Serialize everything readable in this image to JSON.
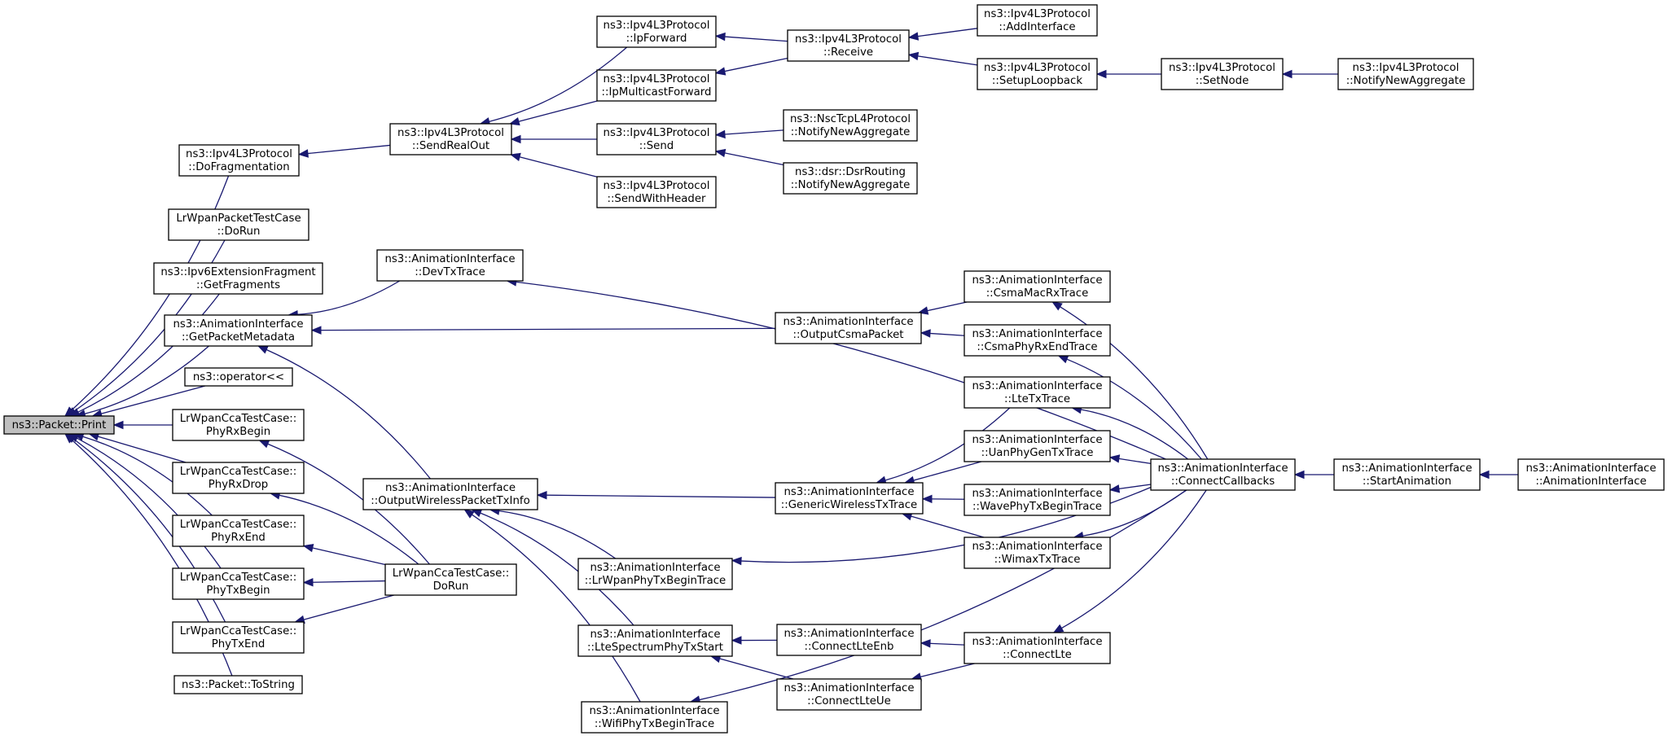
{
  "graph": {
    "nodes": [
      {
        "id": "root",
        "lines": [
          "ns3::Packet::Print"
        ],
        "root": true
      },
      {
        "id": "dofrag",
        "lines": [
          "ns3::Ipv4L3Protocol",
          "::DoFragmentation"
        ]
      },
      {
        "id": "lrpkt",
        "lines": [
          "LrWpanPacketTestCase",
          "::DoRun"
        ]
      },
      {
        "id": "ipv6frag",
        "lines": [
          "ns3::Ipv6ExtensionFragment",
          "::GetFragments"
        ]
      },
      {
        "id": "getmeta",
        "lines": [
          "ns3::AnimationInterface",
          "::GetPacketMetadata"
        ]
      },
      {
        "id": "oplt",
        "lines": [
          "ns3::operator<<"
        ]
      },
      {
        "id": "phyrxbegin",
        "lines": [
          "LrWpanCcaTestCase::",
          "PhyRxBegin"
        ]
      },
      {
        "id": "phyrxdrop",
        "lines": [
          "LrWpanCcaTestCase::",
          "PhyRxDrop"
        ]
      },
      {
        "id": "phyrxend",
        "lines": [
          "LrWpanCcaTestCase::",
          "PhyRxEnd"
        ]
      },
      {
        "id": "phytxbegin",
        "lines": [
          "LrWpanCcaTestCase::",
          "PhyTxBegin"
        ]
      },
      {
        "id": "phytxend",
        "lines": [
          "LrWpanCcaTestCase::",
          "PhyTxEnd"
        ]
      },
      {
        "id": "tostring",
        "lines": [
          "ns3::Packet::ToString"
        ]
      },
      {
        "id": "sendrealout",
        "lines": [
          "ns3::Ipv4L3Protocol",
          "::SendRealOut"
        ]
      },
      {
        "id": "devtx",
        "lines": [
          "ns3::AnimationInterface",
          "::DevTxTrace"
        ]
      },
      {
        "id": "owptx",
        "lines": [
          "ns3::AnimationInterface",
          "::OutputWirelessPacketTxInfo"
        ]
      },
      {
        "id": "ccadorun",
        "lines": [
          "LrWpanCcaTestCase::",
          "DoRun"
        ]
      },
      {
        "id": "ipforward",
        "lines": [
          "ns3::Ipv4L3Protocol",
          "::IpForward"
        ]
      },
      {
        "id": "ipmcast",
        "lines": [
          "ns3::Ipv4L3Protocol",
          "::IpMulticastForward"
        ]
      },
      {
        "id": "send",
        "lines": [
          "ns3::Ipv4L3Protocol",
          "::Send"
        ]
      },
      {
        "id": "sendwh",
        "lines": [
          "ns3::Ipv4L3Protocol",
          "::SendWithHeader"
        ]
      },
      {
        "id": "outcsma",
        "lines": [
          "ns3::AnimationInterface",
          "::OutputCsmaPacket"
        ]
      },
      {
        "id": "genwtx",
        "lines": [
          "ns3::AnimationInterface",
          "::GenericWirelessTxTrace"
        ]
      },
      {
        "id": "lrwtx",
        "lines": [
          "ns3::AnimationInterface",
          "::LrWpanPhyTxBeginTrace"
        ]
      },
      {
        "id": "ltespec",
        "lines": [
          "ns3::AnimationInterface",
          "::LteSpectrumPhyTxStart"
        ]
      },
      {
        "id": "wifitx",
        "lines": [
          "ns3::AnimationInterface",
          "::WifiPhyTxBeginTrace"
        ]
      },
      {
        "id": "receive",
        "lines": [
          "ns3::Ipv4L3Protocol",
          "::Receive"
        ]
      },
      {
        "id": "nsctcp",
        "lines": [
          "ns3::NscTcpL4Protocol",
          "::NotifyNewAggregate"
        ]
      },
      {
        "id": "dsr",
        "lines": [
          "ns3::dsr::DsrRouting",
          "::NotifyNewAggregate"
        ]
      },
      {
        "id": "csmamacrx",
        "lines": [
          "ns3::AnimationInterface",
          "::CsmaMacRxTrace"
        ]
      },
      {
        "id": "csmaphyrx",
        "lines": [
          "ns3::AnimationInterface",
          "::CsmaPhyRxEndTrace"
        ]
      },
      {
        "id": "ltetx",
        "lines": [
          "ns3::AnimationInterface",
          "::LteTxTrace"
        ]
      },
      {
        "id": "uanphy",
        "lines": [
          "ns3::AnimationInterface",
          "::UanPhyGenTxTrace"
        ]
      },
      {
        "id": "wavephy",
        "lines": [
          "ns3::AnimationInterface",
          "::WavePhyTxBeginTrace"
        ]
      },
      {
        "id": "wimax",
        "lines": [
          "ns3::AnimationInterface",
          "::WimaxTxTrace"
        ]
      },
      {
        "id": "connlteenb",
        "lines": [
          "ns3::AnimationInterface",
          "::ConnectLteEnb"
        ]
      },
      {
        "id": "connlteue",
        "lines": [
          "ns3::AnimationInterface",
          "::ConnectLteUe"
        ]
      },
      {
        "id": "addif",
        "lines": [
          "ns3::Ipv4L3Protocol",
          "::AddInterface"
        ]
      },
      {
        "id": "setloop",
        "lines": [
          "ns3::Ipv4L3Protocol",
          "::SetupLoopback"
        ]
      },
      {
        "id": "connlte",
        "lines": [
          "ns3::AnimationInterface",
          "::ConnectLte"
        ]
      },
      {
        "id": "setnode",
        "lines": [
          "ns3::Ipv4L3Protocol",
          "::SetNode"
        ]
      },
      {
        "id": "notifyagg",
        "lines": [
          "ns3::Ipv4L3Protocol",
          "::NotifyNewAggregate"
        ]
      },
      {
        "id": "conncb",
        "lines": [
          "ns3::AnimationInterface",
          "::ConnectCallbacks"
        ]
      },
      {
        "id": "startanim",
        "lines": [
          "ns3::AnimationInterface",
          "::StartAnimation"
        ]
      },
      {
        "id": "animif",
        "lines": [
          "ns3::AnimationInterface",
          "::AnimationInterface"
        ]
      }
    ],
    "edges": [
      [
        "dofrag",
        "root"
      ],
      [
        "lrpkt",
        "root"
      ],
      [
        "ipv6frag",
        "root"
      ],
      [
        "getmeta",
        "root"
      ],
      [
        "oplt",
        "root"
      ],
      [
        "phyrxbegin",
        "root"
      ],
      [
        "phyrxdrop",
        "root"
      ],
      [
        "phyrxend",
        "root"
      ],
      [
        "phytxbegin",
        "root"
      ],
      [
        "phytxend",
        "root"
      ],
      [
        "tostring",
        "root"
      ],
      [
        "sendrealout",
        "dofrag"
      ],
      [
        "devtx",
        "getmeta"
      ],
      [
        "outcsma",
        "getmeta"
      ],
      [
        "owptx",
        "getmeta"
      ],
      [
        "ccadorun",
        "phyrxbegin"
      ],
      [
        "ccadorun",
        "phyrxdrop"
      ],
      [
        "ccadorun",
        "phyrxend"
      ],
      [
        "ccadorun",
        "phytxbegin"
      ],
      [
        "ccadorun",
        "phytxend"
      ],
      [
        "ipforward",
        "sendrealout"
      ],
      [
        "ipmcast",
        "sendrealout"
      ],
      [
        "send",
        "sendrealout"
      ],
      [
        "sendwh",
        "sendrealout"
      ],
      [
        "conncb",
        "devtx"
      ],
      [
        "genwtx",
        "owptx"
      ],
      [
        "lrwtx",
        "owptx"
      ],
      [
        "ltespec",
        "owptx"
      ],
      [
        "wifitx",
        "owptx"
      ],
      [
        "receive",
        "ipforward"
      ],
      [
        "receive",
        "ipmcast"
      ],
      [
        "nsctcp",
        "send"
      ],
      [
        "dsr",
        "send"
      ],
      [
        "csmamacrx",
        "outcsma"
      ],
      [
        "csmaphyrx",
        "outcsma"
      ],
      [
        "ltetx",
        "genwtx"
      ],
      [
        "uanphy",
        "genwtx"
      ],
      [
        "wavephy",
        "genwtx"
      ],
      [
        "wimax",
        "genwtx"
      ],
      [
        "conncb",
        "lrwtx"
      ],
      [
        "connlteenb",
        "ltespec"
      ],
      [
        "connlteue",
        "ltespec"
      ],
      [
        "conncb",
        "wifitx"
      ],
      [
        "addif",
        "receive"
      ],
      [
        "setloop",
        "receive"
      ],
      [
        "conncb",
        "csmamacrx"
      ],
      [
        "conncb",
        "csmaphyrx"
      ],
      [
        "conncb",
        "ltetx"
      ],
      [
        "conncb",
        "uanphy"
      ],
      [
        "conncb",
        "wavephy"
      ],
      [
        "conncb",
        "wimax"
      ],
      [
        "connlte",
        "connlteenb"
      ],
      [
        "connlte",
        "connlteue"
      ],
      [
        "setnode",
        "setloop"
      ],
      [
        "conncb",
        "connlte"
      ],
      [
        "notifyagg",
        "setnode"
      ],
      [
        "startanim",
        "conncb"
      ],
      [
        "animif",
        "startanim"
      ]
    ]
  }
}
